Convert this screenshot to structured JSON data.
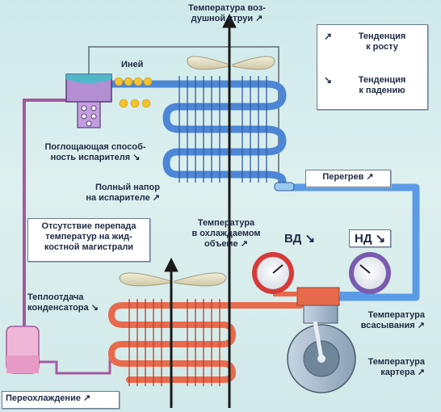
{
  "labels": {
    "air_temp_line1": "Температура воз-",
    "air_temp_line2": "душной струи ↗",
    "legend_up_line1": "Тенденция",
    "legend_up_line2": "к росту",
    "legend_down_line1": "Тенденция",
    "legend_down_line2": "к падению",
    "frost": "Иней",
    "absorb_line1": "Поглощающая способ-",
    "absorb_line2": "ность испарителя ↘",
    "full_head_line1": "Полный напор",
    "full_head_line2": "на испарителе ↗",
    "superheat": "Перегрев ↗",
    "no_diff_line1": "Отсутствие перепада",
    "no_diff_line2": "температур на жид-",
    "no_diff_line3": "костной магистрали",
    "space_temp_line1": "Температура",
    "space_temp_line2": "в охлаждаемом",
    "space_temp_line3": "объеме ↗",
    "hp": "ВД ↘",
    "lp": "НД ↘",
    "cond_line1": "Теплоотдача",
    "cond_line2": "конденсатора ↘",
    "suction_line1": "Температура",
    "suction_line2": "всасывания ↗",
    "crank_line1": "Температура",
    "crank_line2": "картера ↗",
    "subcool": "Переохлаждение ↗"
  },
  "legend_arrows": {
    "up": "↗",
    "down": "↘"
  },
  "colors": {
    "evaporator": "#4d86d6",
    "suction_line": "#5b9be6",
    "condenser": "#e86a4c",
    "condenser_bend": "#f59ab8",
    "liquid_line": "#a45aa0",
    "gauge_hp": "#d63a3a",
    "gauge_lp": "#7a5ab0",
    "fan": "#e8e2c6",
    "compressor": "#9fb4c8"
  }
}
